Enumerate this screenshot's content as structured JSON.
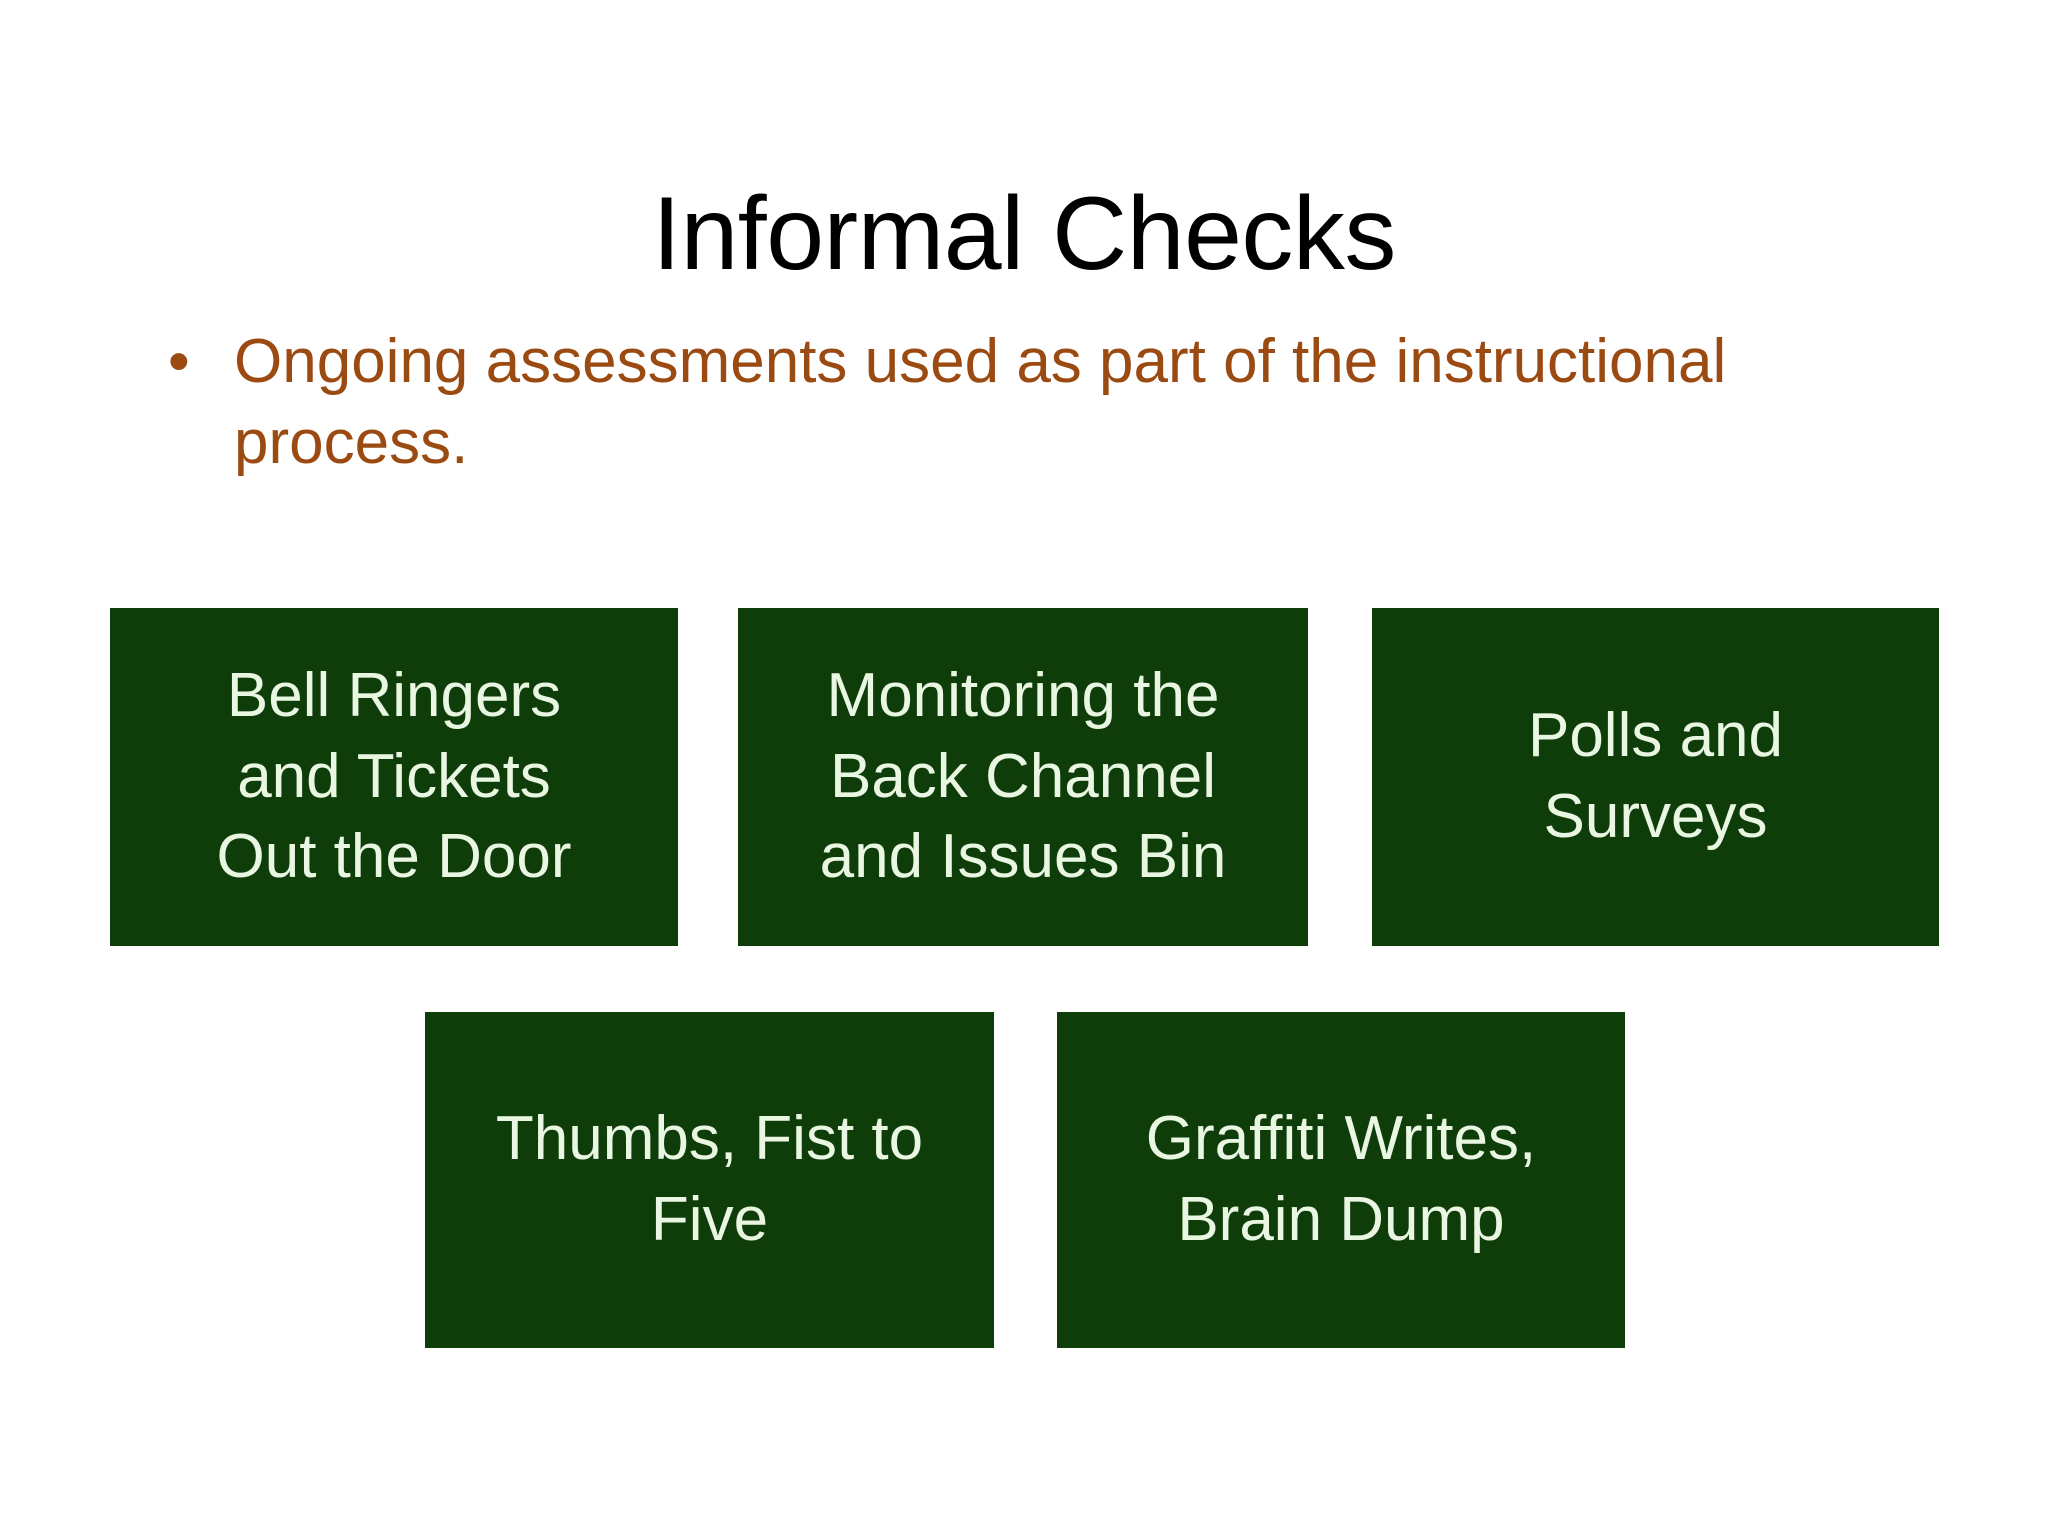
{
  "slide": {
    "title": "Informal Checks",
    "background_color": "#FFFFFF",
    "title_color": "#000000",
    "body_text_color": "#9B4A12",
    "box_fill_color": "#0F3D0A",
    "box_text_color": "#E9F7E2",
    "bullets": [
      {
        "marker": "•",
        "text": "Ongoing assessments used as part of the instructional process."
      }
    ],
    "graphic": {
      "rows": [
        {
          "boxes": [
            {
              "label": "Bell Ringers\nand Tickets\nOut the Door"
            },
            {
              "label": "Monitoring the\nBack Channel\nand Issues Bin"
            },
            {
              "label": "Polls and\nSurveys"
            }
          ]
        },
        {
          "boxes": [
            {
              "label": "Thumbs, Fist to\nFive"
            },
            {
              "label": "Graffiti Writes,\nBrain Dump"
            }
          ]
        }
      ]
    }
  }
}
